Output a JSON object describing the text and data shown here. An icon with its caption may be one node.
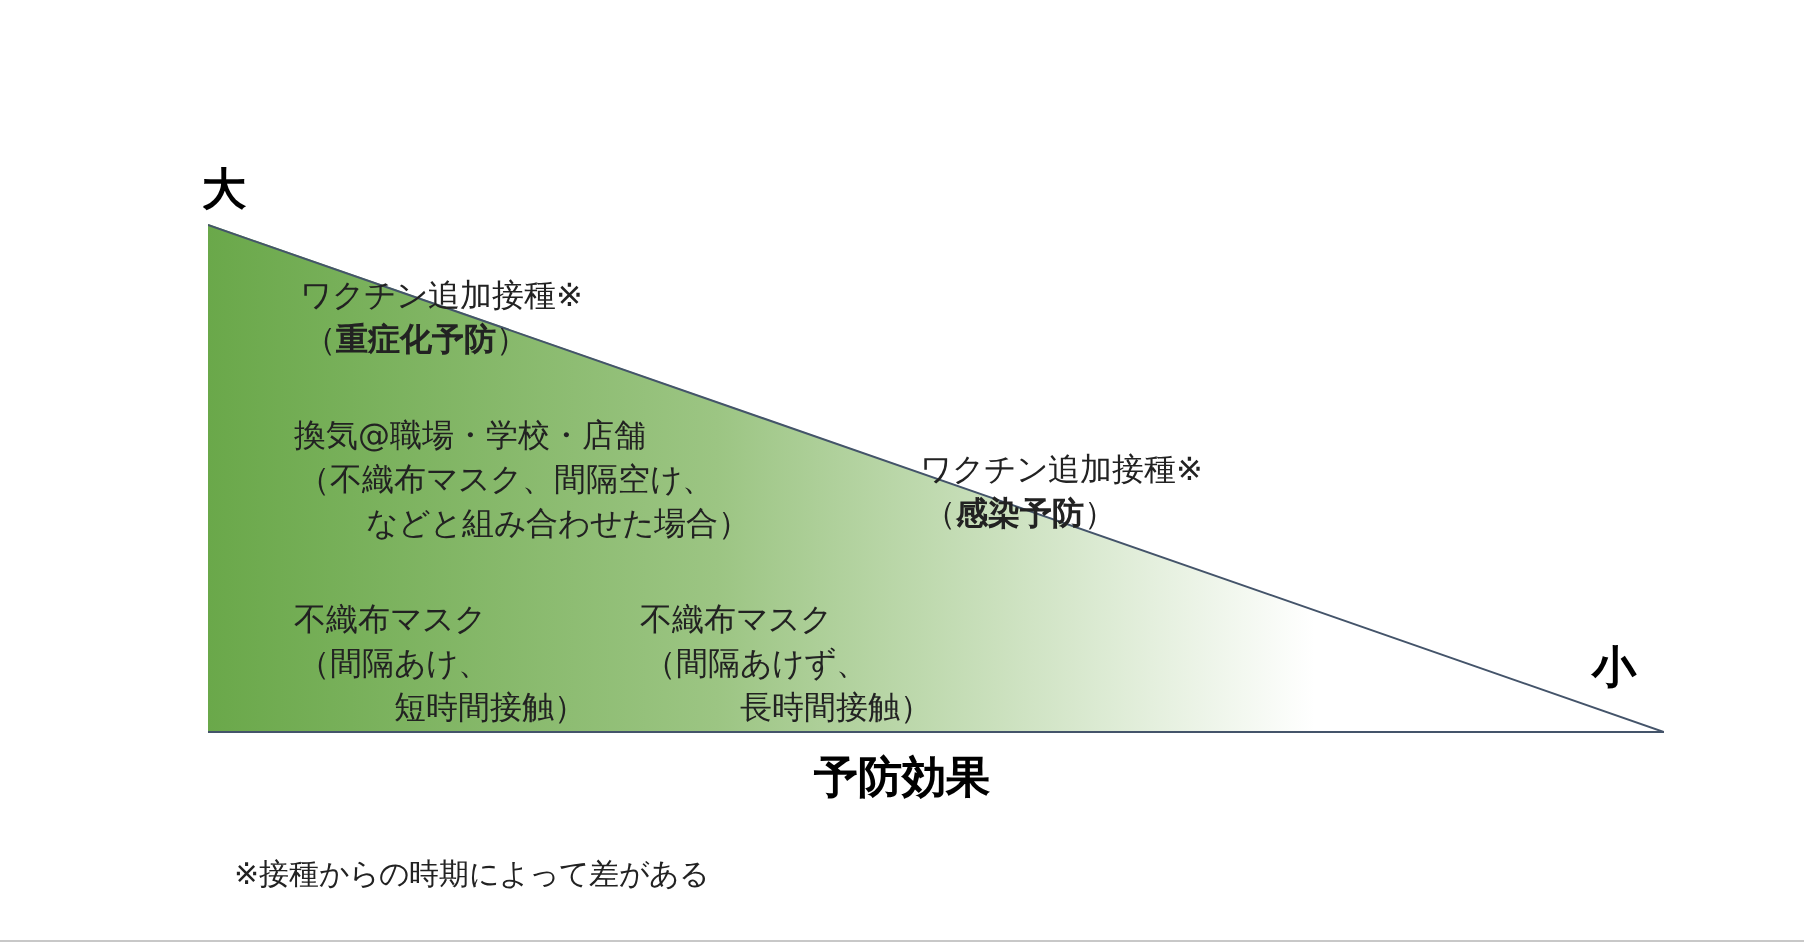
{
  "diagram": {
    "nodes": [
      {
        "text": [
          "ワクチン追加接種※（**重症化予防**）",
          "換気@職場・学校・店舗（不織布マスク、間隔空け、などと組み合わせた場合）",
          "不織布マスク（間隔あけ、短時間接触）",
          "不織布マスク（間隔あけず、長時間接触）",
          "ワクチン追加接種※（**感染予防**）"
        ]
      }
    ],
    "edges": [],
    "labels": [
      "大",
      "小",
      "予防効果",
      "※接種からの時期によって差がある"
    ]
  }
}
